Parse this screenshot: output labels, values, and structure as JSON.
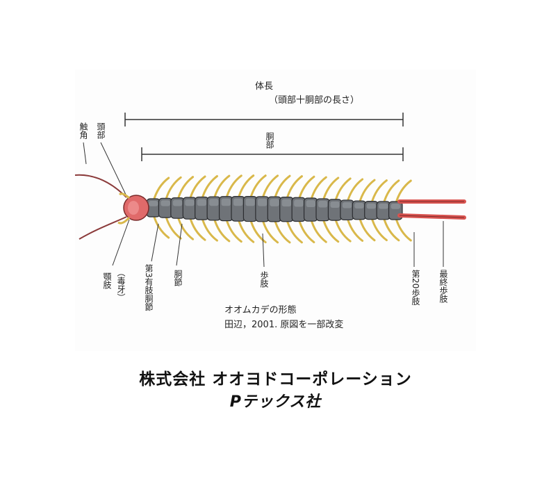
{
  "labels": {
    "body_length": "体長",
    "body_length_note": "（頭部十胴部の長さ）",
    "trunk": "胴部",
    "antenna": "触角",
    "head": "頭部",
    "forcipule": "顎肢",
    "forcipule_note": "（毒牙）",
    "third_legged_segment": "第3有肢胴節",
    "trunk_segment": "胴節",
    "walking_leg": "歩肢",
    "leg20": "第20歩肢",
    "last_leg": "最終歩肢"
  },
  "caption": {
    "title": "オオムカデの形態",
    "source": "田辺，2001. 原図を一部改変"
  },
  "company": {
    "name": "株式会社 オオヨドコーポレーション",
    "brand": "Pテックス社"
  },
  "colors": {
    "body": "#6f7378",
    "legs": "#d9b84a",
    "head": "#e06a6a",
    "tail_legs": "#d9534f",
    "background": "#ffffff"
  }
}
